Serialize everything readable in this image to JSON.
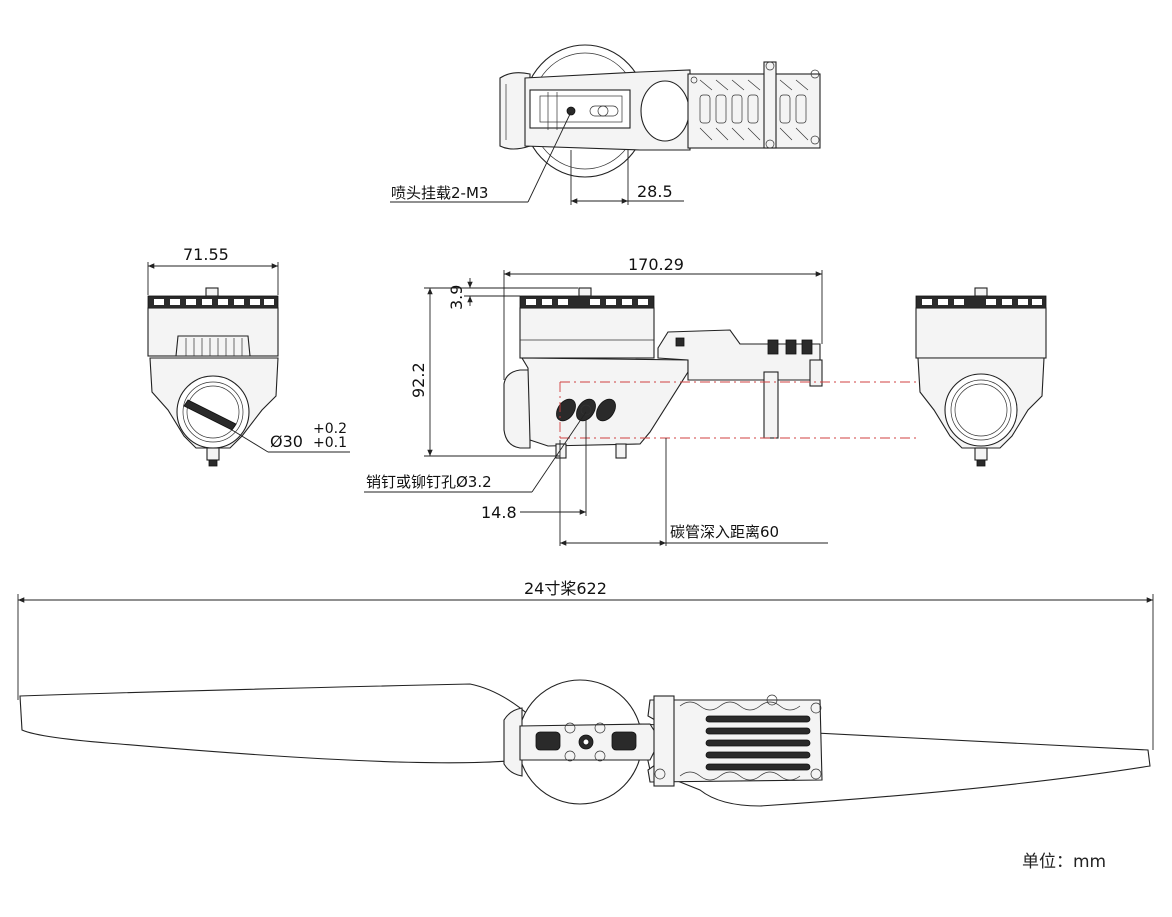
{
  "labels": {
    "nozzle_mount": "喷头挂载2-M3",
    "dim_28_5": "28.5",
    "dim_71_55": "71.55",
    "dim_170_29": "170.29",
    "dim_3_9": "3.9",
    "dim_92_2": "92.2",
    "tol_plus": "+0.2",
    "dia_30": "Ø30",
    "tol_minus": "+0.1",
    "pin_hole": "销钉或铆钉孔Ø3.2",
    "dim_14_8": "14.8",
    "carbon_tube_depth": "碳管深入距离60",
    "propeller": "24寸桨622",
    "unit": "单位：mm"
  },
  "colors": {
    "line": "#222222",
    "center_line": "#d04040",
    "part_fill": "#f4f4f4"
  }
}
